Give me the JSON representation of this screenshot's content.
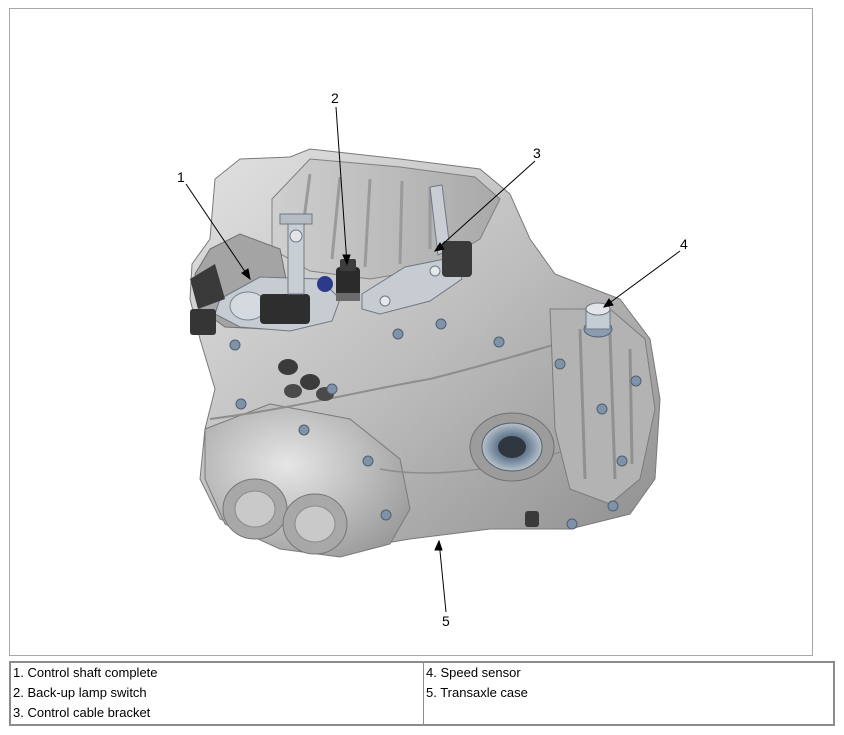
{
  "diagram": {
    "callouts": [
      "1",
      "2",
      "3",
      "4",
      "5"
    ]
  },
  "legend": {
    "left": [
      "1. Control shaft complete",
      "2. Back-up lamp switch",
      "3. Control cable bracket"
    ],
    "right": [
      "4. Speed sensor",
      "5. Transaxle case"
    ]
  },
  "colors": {
    "case_base": "#b9b9b9",
    "case_light": "#d8d8d8",
    "case_dark": "#8a8a8a",
    "bolt": "#7f93a8",
    "bracket": "#c7ccd3",
    "component_dark": "#2e2e2e",
    "seal_blue": "#5a6f86"
  }
}
